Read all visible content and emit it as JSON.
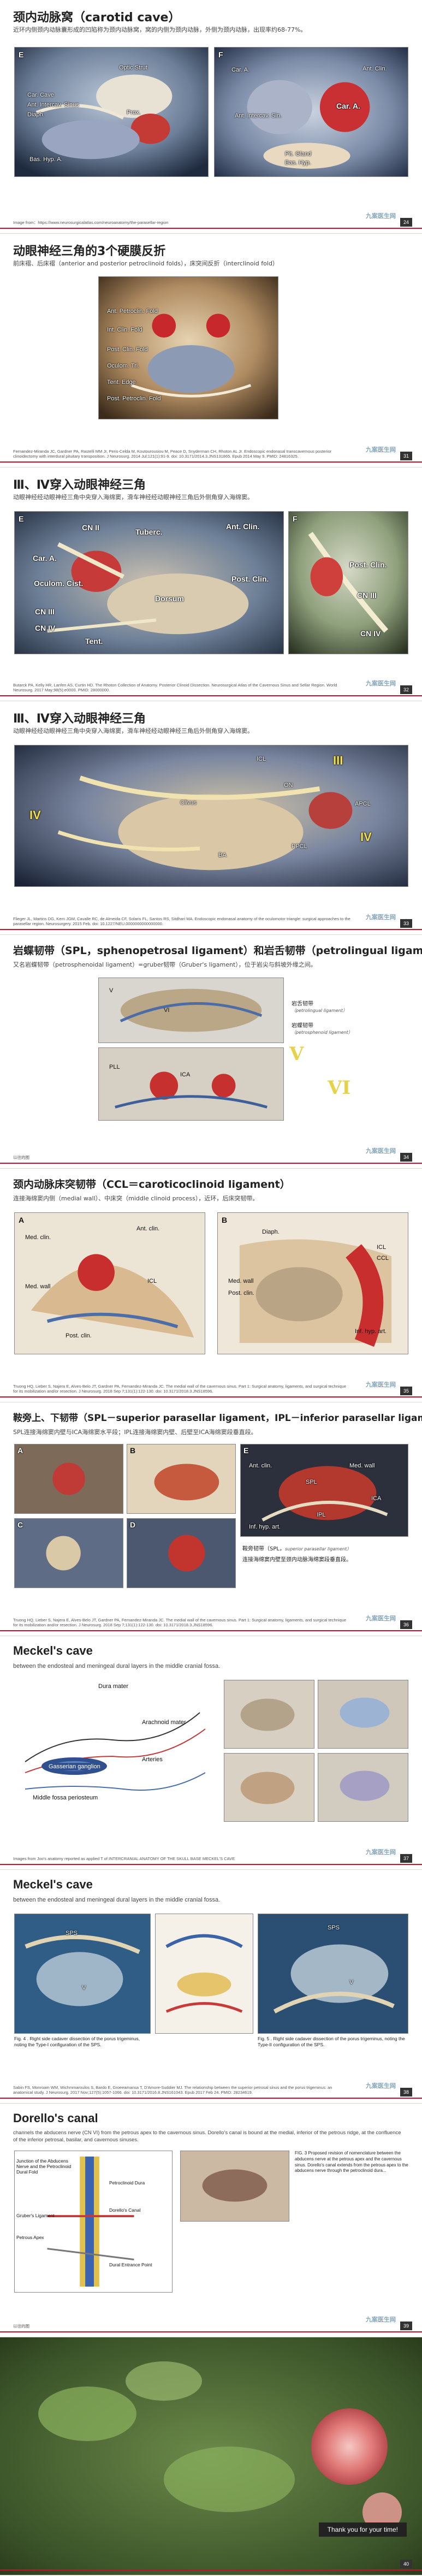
{
  "slides": [
    {
      "title": "颈内动脉窝（carotid cave）",
      "subtitle": "近环内侧颈内动脉囊形成的凹陷称为颈内动脉窝，窝的内侧为颈内动脉，外侧为颈内动脉，出现率约68-77%。",
      "labels": [
        "E",
        "F",
        "Optic Strut",
        "Car. Cave",
        "Ant. Intercav. Sinus",
        "Diaph.",
        "Bas. Hyp. A.",
        "Prox.",
        "Car. A.",
        "Car. A.",
        "Ant. Intercav. Sin.",
        "Ant. Clin.",
        "Pit. Gland",
        "Bas. Hyp."
      ],
      "footer": "Image from：https://www.neurosurgicalatlas.com/neuroanatomy/the-parasellar-region",
      "page": "24"
    },
    {
      "title": "动眼神经三角的3个硬膜反折",
      "subtitle": "前床褶、后床褶（anterior and posterior petroclinoid folds），床突间反折（interclinoid fold）",
      "labels": [
        "Ant. Petroclin. Fold",
        "Int. Clin. Fold",
        "Post. Clin. Fold",
        "Oculom. Tri.",
        "Tent. Edge",
        "Post. Petroclin. Fold"
      ],
      "footer": "Fernandez-Miranda JC, Gardner PA, Rastelli MM Jr, Peris-Celda M, Koutourousiou M, Peace D, Snyderman CH, Rhoton AL Jr. Endoscopic endonasal transcavernous posterior clinoidectomy with interdural pituitary transposition. J Neurosurg. 2014 Jul;121(1):91-9. doi: 10.3171/2014.3.JNS131865. Epub 2014 May 9. PMID: 24816325.",
      "page": "31"
    },
    {
      "title": "Ⅲ、Ⅳ穿入动眼神经三角",
      "subtitle": "动眼神经经动眼神经三角中央穿入海绵窦，滑车神经经动眼神经三角后外侧角穿入海绵窦。",
      "labels": [
        "E",
        "F",
        "CN II",
        "Tuberc.",
        "Ant. Clin.",
        "Car. A.",
        "Oculom. Cist.",
        "Dorsum",
        "Post. Clin.",
        "CN III",
        "CN IV",
        "Tent.",
        "Post. Clin.",
        "CN III",
        "CN IV"
      ],
      "footer": "Butarck PA, Kelly HR, Lanfen AS, Curtin HD. The Rhoton Collection of Anatomy. Posterior Clinoid Dissection. Neurosurgical Atlas of the Cavernous Sinus and Sellar Region. World Neurosurg. 2017 May;98(5):e0000. PMID: 28000000.",
      "page": "32"
    },
    {
      "title": "Ⅲ、Ⅳ穿入动眼神经三角",
      "subtitle": "动眼神经经动眼神经三角中央穿入海绵窦，滑车神经经动眼神经三角后外侧角穿入海绵窦。",
      "labels": [
        "III",
        "ICL",
        "ON",
        "APCL",
        "IV",
        "Clivus",
        "IV",
        "PPCL",
        "BA"
      ],
      "footer": "Flieger JL, Martins DG, Kern JGM, Cavalle RC, de Almeida CF, Solaris FL, Santos RS, Sitdhari MA. Endoscopic endonasal anatomy of the oculomotor triangle: surgical approaches to the parasellar region. Neurosurgery. 2015 Feb. doi: 10.1227/NEU.0000000000000000.",
      "page": "33"
    },
    {
      "title": "岩蝶韧带（SPL，sphenopetrosal ligament）和岩舌韧带（petrolingual ligament）",
      "subtitle": "又名岩蝶韧带（petrosphenoidal ligament）=gruber韧带（Gruber's ligament），位于岩尖与斜坡外缘之间。",
      "labels": [
        "V",
        "VI",
        "PLL",
        "ICA",
        "V",
        "VI"
      ],
      "side_label_1": "岩舌韧带",
      "side_label_1_en": "（petrolingual ligament）",
      "side_label_2": "岩蝶韧带",
      "side_label_2_en": "（petrosphenoid ligament）",
      "footer": "以往的图",
      "page": "34"
    },
    {
      "title": "颈内动脉床突韧带（CCL＝caroticoclinoid ligament）",
      "subtitle": "连接海绵窦内侧（medial wall）、中床突（middle clinoid process），近环，后床突韧带。",
      "labels": [
        "A",
        "B",
        "Med. clin.",
        "Ant. clin.",
        "ICL",
        "Med. wall",
        "Post. clin.",
        "Diaph.",
        "ICL",
        "CCL",
        "Med. wall",
        "Post. clin.",
        "Inf. hyp. art."
      ],
      "footer": "Truong HQ, Lieber S, Najera E, Alves-Belo JT, Gardner PA, Fernandez-Miranda JC. The medial wall of the cavernous sinus. Part 1: Surgical anatomy, ligaments, and surgical technique for its mobilization and/or resection. J Neurosurg. 2018 Sep 7;131(1):122-130. doi: 10.3171/2018.3.JNS18596.",
      "page": "35"
    },
    {
      "title": "鞍旁上、下韧带（SPL－superior parasellar ligament，IPL－inferior parasellar ligament.）",
      "subtitle": "SPL连接海绵窦内壁与ICA海绵窦水平段；IPL连接海绵窦内壁、后壁至ICA海绵窦段垂直段。",
      "labels": [
        "A",
        "B",
        "C",
        "D",
        "E",
        "Ant. clin.",
        "Med. wall",
        "SPL",
        "IPL",
        "ICA",
        "Inf. hyp. art."
      ],
      "side_label_1": "鞍旁韧带（SPL，",
      "side_label_1_en": "superior parasellar ligament）",
      "side_label_2": "连接海绵窦内壁至颈内动脉海绵窦段垂直段。",
      "footer": "Truong HQ, Lieber S, Najera E, Alves-Belo JT, Gardner PA, Fernandez-Miranda JC. The medial wall of the cavernous sinus. Part 1: Surgical anatomy, ligaments, and surgical technique for its mobilization and/or resection. J Neurosurg. 2018 Sep 7;131(1):122-130. doi: 10.3171/2018.3.JNS18596.",
      "page": "36"
    },
    {
      "title": "Meckel's cave",
      "subtitle": "between the endosteal and meningeal dural layers in the middle cranial fossa.",
      "labels": [
        "Dura mater",
        "Arachnoid mater",
        "Gasserian ganglion",
        "Arteries",
        "Middle fossa periosteum"
      ],
      "footer": "Images from Joo's anatomy reported as applied T of INTERCRANIAL ANATOMY OF THE SKULL BASE MECKEL'S CAVE",
      "page": "37"
    },
    {
      "title": "Meckel's cave",
      "subtitle": "between the endosteal and meningeal dural layers in the middle cranial fossa.",
      "caption_1": "Fig. 4 . Right side cadaver dissection of the porus trigeminus, noting the Type-I configuration of the SPS.",
      "caption_2": "Fig. 5 . Right side cadaver dissection of the porus trigeminus, noting the Type-II configuration of the SPS.",
      "labels": [
        "SPS",
        "V",
        "SPS",
        "V"
      ],
      "footer": "Sabin FS, Monroam WM, Wichmmaroulos S, Bardo E, Groeeamansa T, D'Amore-Suddier MJ. The relationship between the superior petrosal sinus and the porus trigeminus: an anatomical study. J Neurosurg. 2017 Nov;127(5):1057-1066. doi: 10.3171/2016.8.JNS161043. Epub 2017 Feb 24. PMID: 28234619.",
      "page": "38"
    },
    {
      "title": "Dorello's canal",
      "subtitle": "channels the abducens nerve (CN VI) from the petrous apex to the cavernous sinus. Dorello's canal is bound at the medial, inferior of the petrous ridge, at the confluence of the inferior petrosal, basilar, and cavernous sinuses.",
      "labels": [
        "Junction of the Abducens Nerve and the Petroclinoid Dural Fold",
        "Petroclinoid Dura",
        "Dorello's Canal",
        "Gruber's Ligament",
        "Petrous Apex",
        "Dural Entrance Point"
      ],
      "caption": "FIG. 3 Proposed revision of nomenclature between the abducens nerve at the petrous apex and the cavernous sinus. Dorello's canal extends from the petrous apex to the abducens nerve through the petroclinoid dura...",
      "footer": "以往的图",
      "page": "39"
    },
    {
      "title": "",
      "thanks": "Thank you for your time!",
      "page": "40"
    }
  ],
  "watermark": {
    "brand": "九案医生网",
    "sub": "九案医生网"
  },
  "colors": {
    "accent": "#c8102e",
    "label_yellow": "#f4e14a",
    "page_badge": "#333333"
  }
}
